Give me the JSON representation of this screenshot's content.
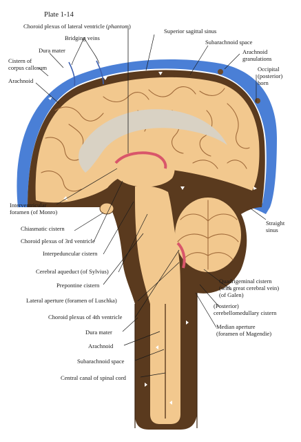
{
  "plate_title": "Plate 1-14",
  "labels": {
    "choroid_lateral_a": "Choroid plexus of lateral ventricle (",
    "choroid_lateral_b": "phantom",
    "choroid_lateral_c": ")",
    "bridging_veins": "Bridging veins",
    "dura_top": "Dura mater",
    "cistern_cc_1": "Cistern of",
    "cistern_cc_2": "corpus callosum",
    "arachnoid_top": "Arachnoid",
    "superior_sagittal": "Superior sagittal sinus",
    "subarachnoid_top": "Subarachnoid space",
    "arach_gran_1": "Arachnoid",
    "arach_gran_2": "granulations",
    "occipital_1": "Occipital",
    "occipital_2": "(posterior)",
    "occipital_3": "horn",
    "interventricular_1": "Interventricular",
    "interventricular_2": "foramen (of Monro)",
    "chiasmatic": "Chiasmatic cistern",
    "choroid_3rd": "Choroid plexus of 3rd ventricle",
    "interpeduncular": "Interpeduncular cistern",
    "aqueduct": "Cerebral aqueduct (of Sylvius)",
    "prepontine": "Prepontine cistern",
    "lateral_aperture": "Lateral aperture (foramen of Luschka)",
    "choroid_4th": "Choroid plexus of 4th ventricle",
    "dura_bottom": "Dura mater",
    "arachnoid_bottom": "Arachnoid",
    "subarachnoid_bottom": "Subarachnoid space",
    "central_canal": "Central canal of spinal cord",
    "straight_1": "Straight",
    "straight_2": "sinus",
    "quadrigeminal_1": "Quadrigeminal cistern",
    "quadrigeminal_2": "(with great cerebral vein)",
    "quadrigeminal_3": "(of Galen)",
    "cerebellomedullary_1": "(Posterior)",
    "cerebellomedullary_2": "cerebellomedullary cistern",
    "magendie_1": "Median aperture",
    "magendie_2": "(foramen of Magendie)"
  },
  "colors": {
    "dura": "#4a7fd6",
    "brain": "#f2c88e",
    "csf": "#5a3a1e",
    "corpus_callosum": "#d9d2c4",
    "choroid": "#d9566a"
  }
}
